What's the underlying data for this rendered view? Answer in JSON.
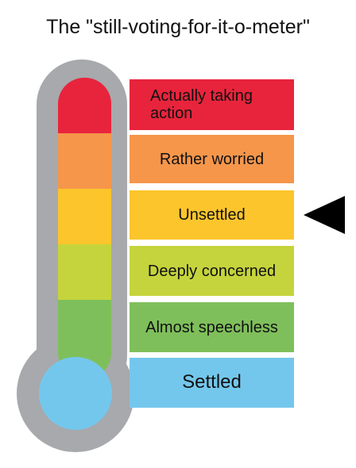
{
  "title": "The \"still-voting-for-it-o-meter\"",
  "levels": [
    {
      "label": "Actually taking action",
      "color": "#e8243c"
    },
    {
      "label": "Rather worried",
      "color": "#f5964b"
    },
    {
      "label": "Unsettled",
      "color": "#fcc52c"
    },
    {
      "label": "Deeply concerned",
      "color": "#c5d43c"
    },
    {
      "label": "Almost speechless",
      "color": "#7fbf5b"
    },
    {
      "label": "Settled",
      "color": "#74c7ec"
    }
  ],
  "thermometer_colors": {
    "frame": "#a7a9ac",
    "bulb": "#74c7ec"
  },
  "pointer": {
    "level_index": 2,
    "level": "Unsettled",
    "icon": "left-triangle-pointer-icon"
  }
}
